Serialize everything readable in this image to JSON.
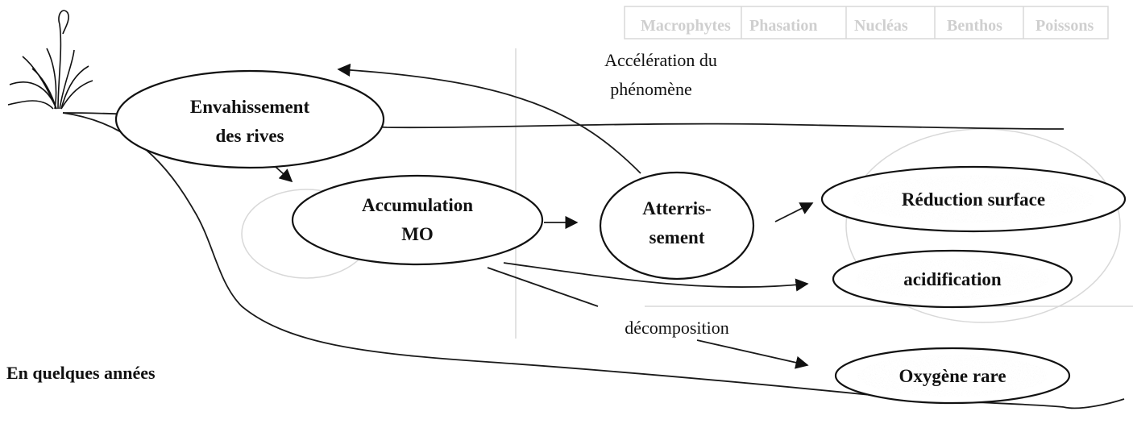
{
  "nodes": {
    "envahissement": [
      "Envahissement",
      "des rives"
    ],
    "accumulation": [
      "Accumulation",
      "MO"
    ],
    "atterrissement": [
      "Atterris-",
      "sement"
    ],
    "reduction": "Réduction surface",
    "acidification": "acidification",
    "oxygene": "Oxygène rare"
  },
  "labels": {
    "acceleration": [
      "Accélération du",
      "phénomène"
    ],
    "decomposition": "décomposition",
    "timeframe": "En quelques années"
  },
  "background_headers": [
    "Macrophytes",
    "Phasation",
    "Nucléas",
    "Benthos",
    "Poissons"
  ],
  "icons": {
    "plant": "reed-plant-icon"
  },
  "colors": {
    "stroke": "#111111",
    "ghost": "#d8d8d8",
    "background": "#ffffff"
  }
}
